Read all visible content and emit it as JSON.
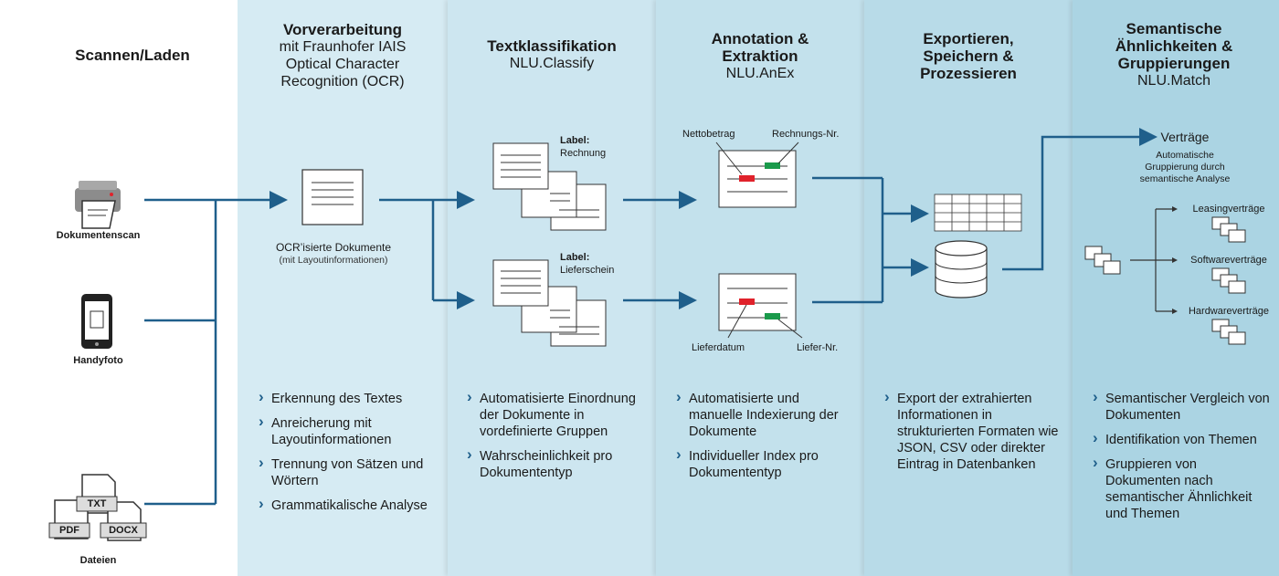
{
  "columns": [
    {
      "title": "Scannen/Laden",
      "subtitle": []
    },
    {
      "title": "Vorverarbeitung",
      "subtitle": [
        "mit Fraunhofer IAIS",
        "Optical Character",
        "Recognition (OCR)"
      ]
    },
    {
      "title": "Textklassifikation",
      "subtitle": [
        "NLU.Classify"
      ]
    },
    {
      "title": "Annotation & Extraktion",
      "subtitle": [
        "NLU.AnEx"
      ]
    },
    {
      "title": "Exportieren, Speichern & Prozessieren",
      "subtitle": []
    },
    {
      "title": "Semantische Ähnlichkeiten & Gruppierungen",
      "subtitle": [
        "NLU.Match"
      ]
    }
  ],
  "sources": {
    "scan": "Dokumentenscan",
    "phone": "Handyfoto",
    "files": "Dateien",
    "file_types": [
      "TXT",
      "PDF",
      "DOCX"
    ]
  },
  "ocr": {
    "label": "OCR’isierte Dokumente",
    "sublabel": "(mit Layoutinformationen)"
  },
  "classify": {
    "label1_head": "Label:",
    "label1": "Rechnung",
    "label2_head": "Label:",
    "label2": "Lieferschein"
  },
  "anex": {
    "tag_top_left": "Nettobetrag",
    "tag_top_right": "Rechnungs-Nr.",
    "tag_bottom_left": "Lieferdatum",
    "tag_bottom_right": "Liefer-Nr."
  },
  "match": {
    "target": "Verträge",
    "target_note": [
      "Automatische",
      "Gruppierung durch",
      "semantische Analyse"
    ],
    "groups": [
      "Leasingverträge",
      "Softwareverträge",
      "Hardwareverträge"
    ]
  },
  "bullets": {
    "ocr": [
      "Erkennung des Textes",
      "Anreicherung mit Layoutinformationen",
      "Trennung von Sätzen und Wörtern",
      "Grammatikalische Analyse"
    ],
    "classify": [
      "Automatisierte Einordnung der Dokumente in vordefinierte Gruppen",
      "Wahrscheinlichkeit pro Dokumententyp"
    ],
    "anex": [
      "Automatisierte und manuelle Indexierung der Dokumente",
      "Individueller Index pro Dokumententyp"
    ],
    "export": [
      "Export der extrahierten Informationen in strukturierten Formaten wie JSON, CSV oder direkter Eintrag in Datenbanken"
    ],
    "match": [
      "Semantischer Vergleich von Dokumenten",
      "Identifikation von Themen",
      "Gruppieren von Dokumenten nach semantischer Ähnlichkeit und Themen"
    ]
  },
  "colors": {
    "arrow": "#1f5f8b",
    "col2": "#d6ebf3",
    "col3": "#cde6f0",
    "col4": "#c3e1ec",
    "col5": "#b8dbe8",
    "col6": "#abd4e3",
    "red": "#e0222b",
    "green": "#1a9a4b"
  }
}
